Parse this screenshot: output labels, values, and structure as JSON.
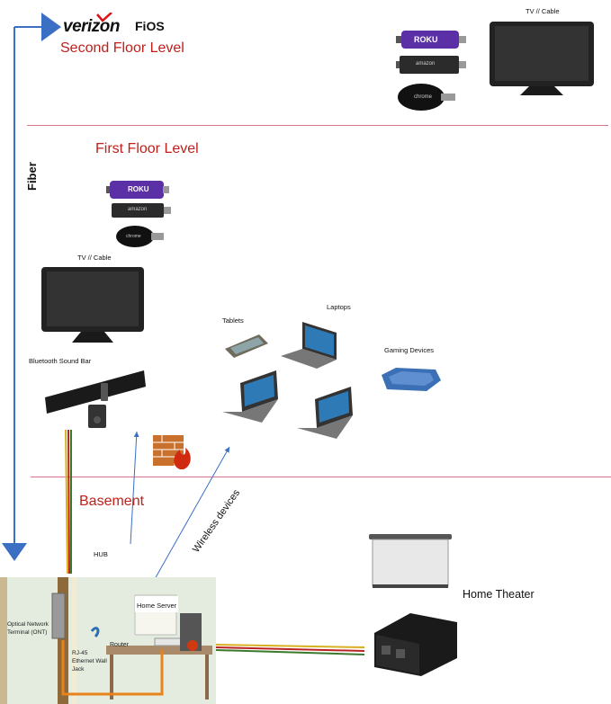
{
  "brand": {
    "verizon": "verizon",
    "fios": "FiOS"
  },
  "levels": {
    "second_floor": "Second Floor Level",
    "first_floor": "First Floor Level",
    "basement": "Basement"
  },
  "connection": {
    "fiber": "Fiber",
    "wireless": "Wireless devices"
  },
  "devices": {
    "tv_second": "TV // Cable",
    "tv_first": "TV // Cable",
    "tablets": "Tablets",
    "laptops": "Laptops",
    "gaming": "Gaming Devices",
    "soundbar": "Bluetooth Sound Bar",
    "hub": "HUB",
    "home_server": "Home Server",
    "home_theater": "Home Theater",
    "router": "Router",
    "ont": "Optical Network Terminal (ONT)",
    "rj45": "RJ-45 Ethernet Wall Jack"
  },
  "stick_labels": {
    "roku": "ROKU",
    "amazon": "amazon",
    "chrome": "chrome"
  },
  "colors": {
    "floor_title": "#c0201c",
    "arrow": "#3a6fc4",
    "divider": "#cc4466",
    "roku": "#5b2fa6"
  }
}
